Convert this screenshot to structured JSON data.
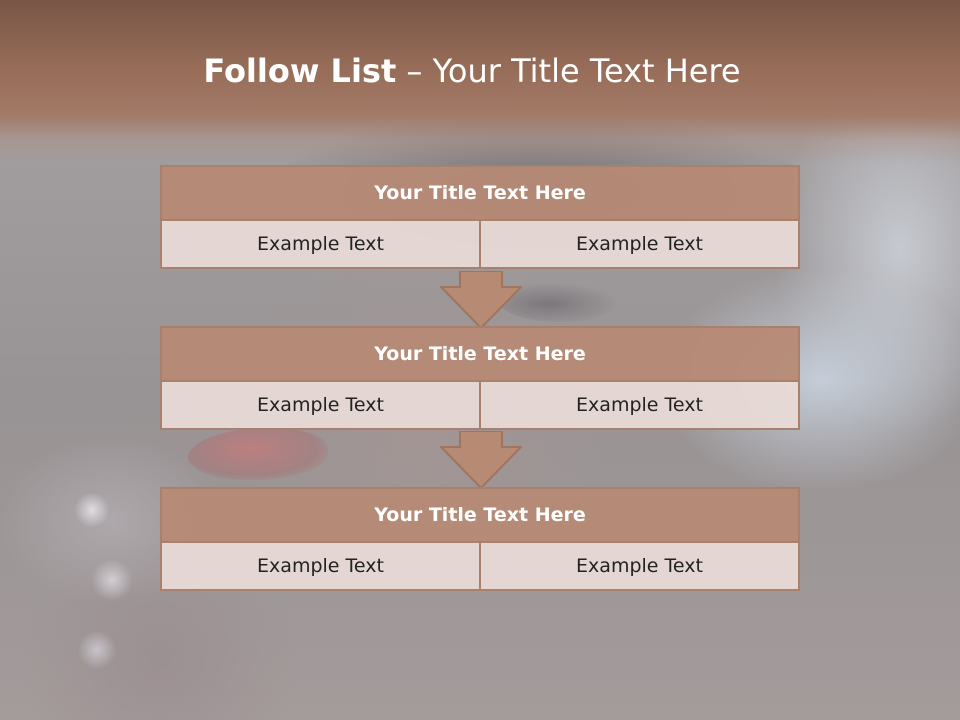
{
  "slide": {
    "title_bold": "Follow List",
    "title_rest": " – Your Title Text Here"
  },
  "panels": [
    {
      "title": "Your Title Text Here",
      "left": "Example Text",
      "right": "Example Text"
    },
    {
      "title": "Your Title Text Here",
      "left": "Example Text",
      "right": "Example Text"
    },
    {
      "title": "Your Title Text Here",
      "left": "Example Text",
      "right": "Example Text"
    }
  ],
  "colors": {
    "header": "#96705c",
    "panel_title": "#b78a74",
    "panel_cell": "#e8dad6",
    "border": "#a8806c",
    "arrow": "#b78a74"
  },
  "icons": [
    "down-arrow-icon",
    "down-arrow-icon"
  ]
}
